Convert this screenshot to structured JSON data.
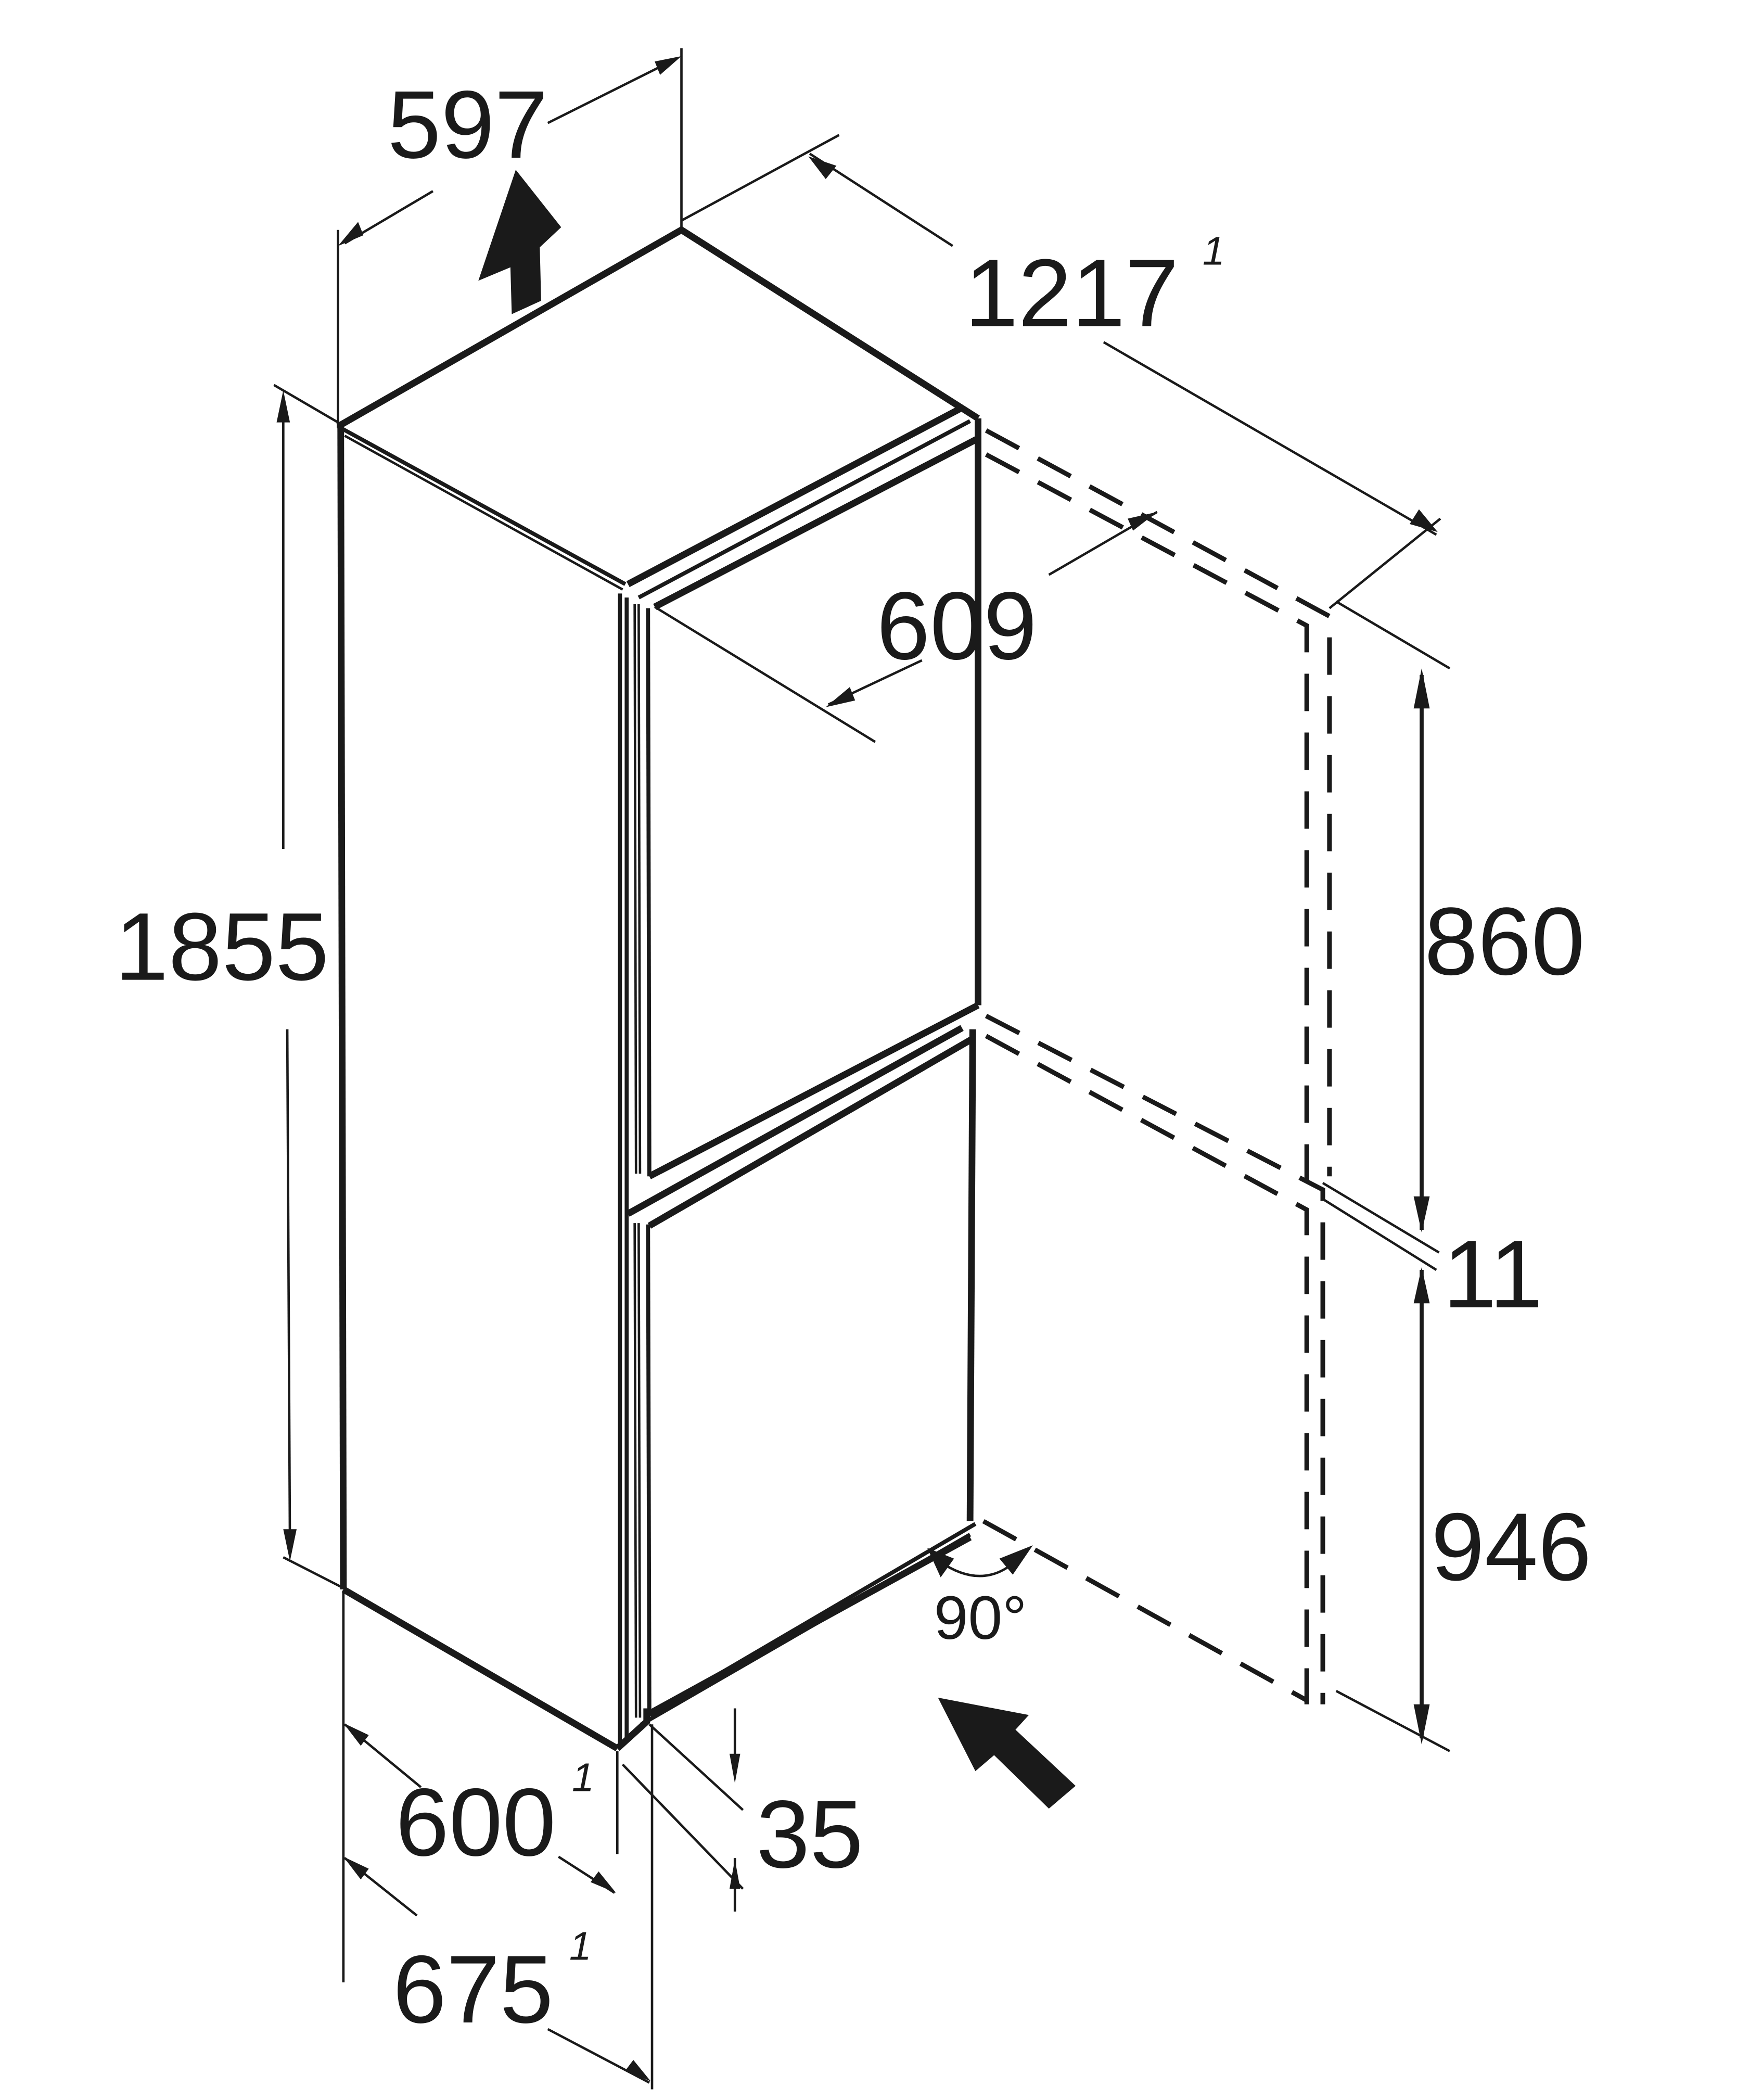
{
  "drawing": {
    "title": "Refrigerator installation dimensions",
    "unit": "mm",
    "colors": {
      "line": "#1a1a1a",
      "background": "#ffffff"
    },
    "dimensions": {
      "width_top": {
        "value": "597"
      },
      "door_open_depth": {
        "value": "1217",
        "footnote": "1"
      },
      "door_width": {
        "value": "609"
      },
      "height": {
        "value": "1855"
      },
      "upper_door": {
        "value": "860"
      },
      "door_gap": {
        "value": "11"
      },
      "lower_door": {
        "value": "946"
      },
      "angle": {
        "value": "90°"
      },
      "depth": {
        "value": "600",
        "footnote": "1"
      },
      "depth_with_door": {
        "value": "675",
        "footnote": "1"
      },
      "plinth": {
        "value": "35"
      }
    },
    "icons": {
      "air_out": "arrow-up-icon",
      "air_in": "arrow-in-icon"
    }
  }
}
